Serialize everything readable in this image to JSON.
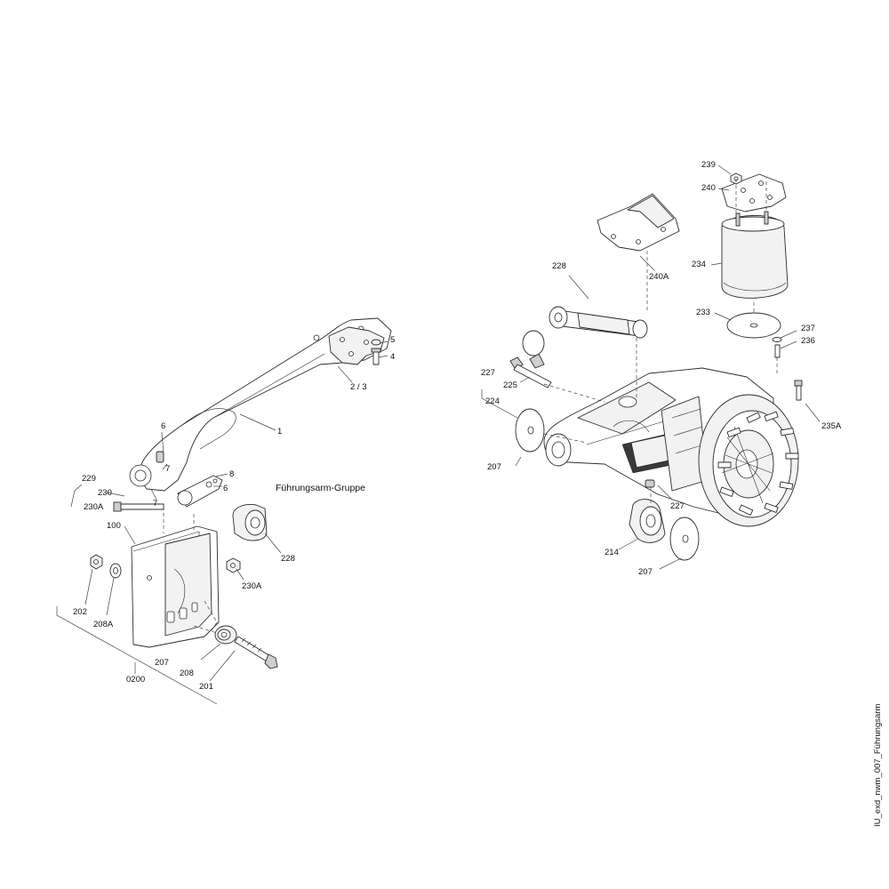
{
  "group_title": "Führungsarm-Gruppe",
  "file_note": "IU_exd_nwm_007_Führungsarm",
  "labels": {
    "l1": "1",
    "l2_3": "2 / 3",
    "l4": "4",
    "l5": "5",
    "l6a": "6",
    "l6b": "6",
    "l7a": "7",
    "l7b": "7",
    "l8": "8",
    "l100": "100",
    "l201": "201",
    "l202": "202",
    "l207_left": "207",
    "l208": "208",
    "l208A": "208A",
    "l0200": "0200",
    "l229": "229",
    "l230": "230",
    "l230A_top": "230A",
    "l230A_mid": "230A",
    "l228_left": "228",
    "l228_right": "228",
    "l227_top": "227",
    "l225": "225",
    "l224": "224",
    "l207_r1": "207",
    "l207_r2": "207",
    "l214": "214",
    "l227_bottom": "227",
    "l233": "233",
    "l234": "234",
    "l235A": "235A",
    "l236": "236",
    "l237": "237",
    "l239": "239",
    "l240": "240",
    "l240A": "240A"
  }
}
